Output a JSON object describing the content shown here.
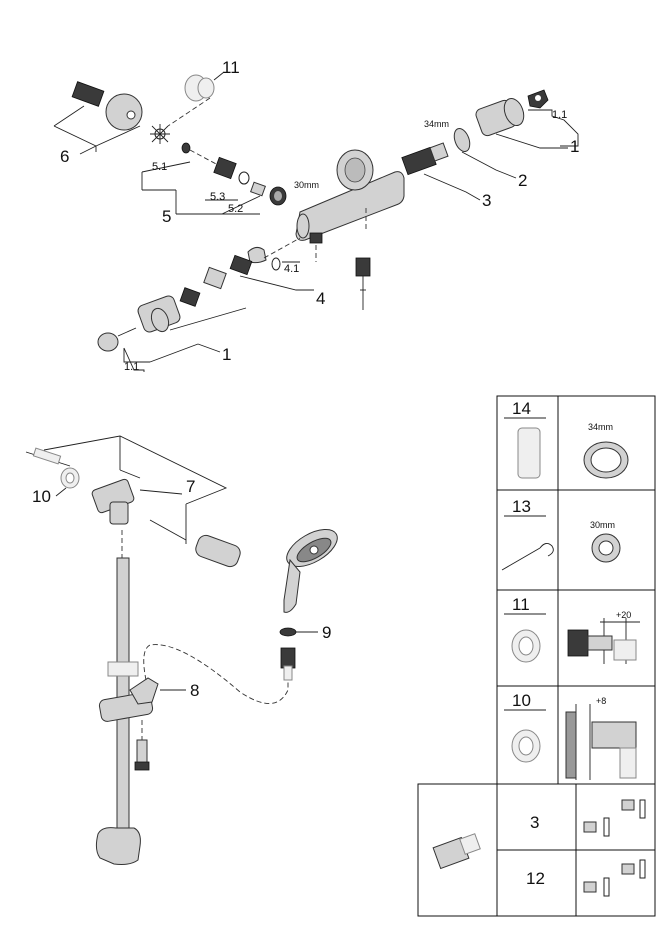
{
  "callouts": {
    "c1_top": "1",
    "c1_1_top": "1.1",
    "c2": "2",
    "c3": "3",
    "c4": "4",
    "c4_1": "4.1",
    "c5": "5",
    "c5_1": "5.1",
    "c5_2": "5.2",
    "c5_3": "5.3",
    "c6": "6",
    "c11": "11",
    "c1_bottom": "1",
    "c1_1_bottom": "1.1",
    "c7": "7",
    "c8": "8",
    "c9": "9",
    "c10": "10"
  },
  "dimensions": {
    "d34_top": "34mm",
    "d30_top": "30mm"
  },
  "parts_table": {
    "rows": [
      {
        "number": "14",
        "right_label": "34mm"
      },
      {
        "number": "13",
        "right_label": "30mm"
      },
      {
        "number": "11",
        "right_label": "+20"
      },
      {
        "number": "10",
        "right_label": "+8"
      }
    ],
    "bottom": {
      "rows": [
        {
          "number": "3"
        },
        {
          "number": "12"
        }
      ]
    }
  }
}
